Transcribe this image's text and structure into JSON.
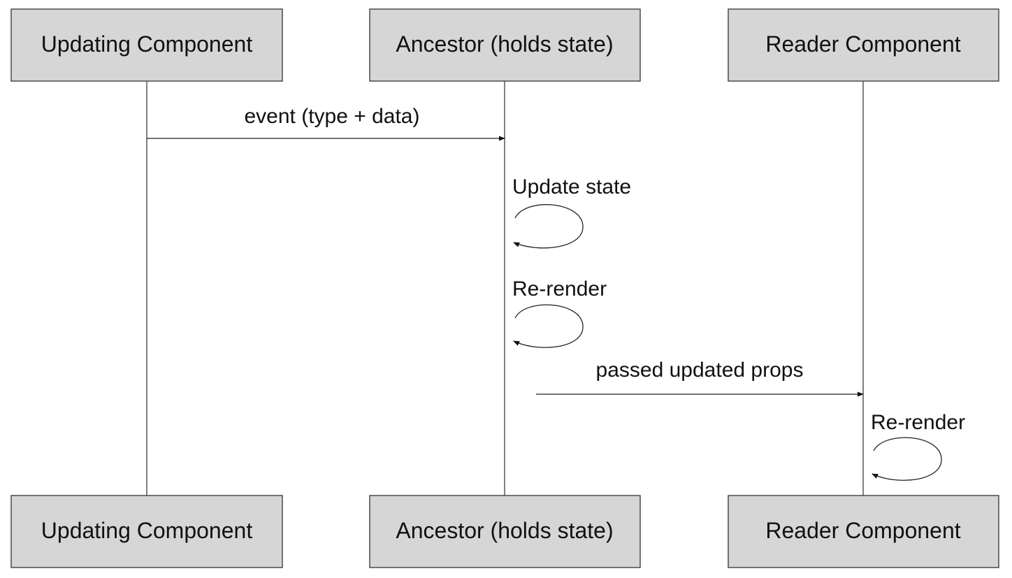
{
  "participants": [
    {
      "id": "updating",
      "label": "Updating Component"
    },
    {
      "id": "ancestor",
      "label": "Ancestor (holds state)"
    },
    {
      "id": "reader",
      "label": "Reader Component"
    }
  ],
  "messages": [
    {
      "id": "msg-event",
      "from": "updating",
      "to": "ancestor",
      "label": "event (type + data)"
    },
    {
      "id": "self-update-state",
      "from": "ancestor",
      "to": "ancestor",
      "label": "Update state"
    },
    {
      "id": "self-rerender-ancestor",
      "from": "ancestor",
      "to": "ancestor",
      "label": "Re-render"
    },
    {
      "id": "msg-props",
      "from": "ancestor",
      "to": "reader",
      "label": "passed updated props"
    },
    {
      "id": "self-rerender-reader",
      "from": "reader",
      "to": "reader",
      "label": "Re-render"
    }
  ]
}
